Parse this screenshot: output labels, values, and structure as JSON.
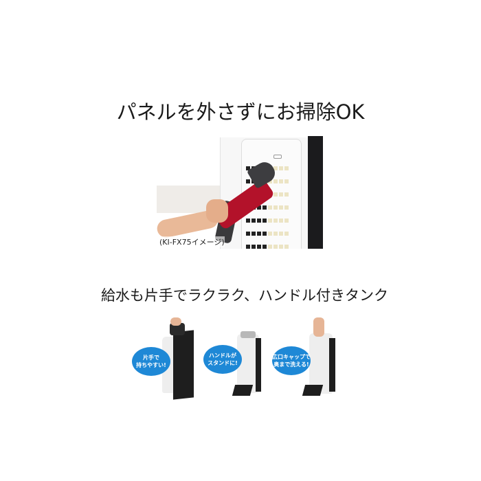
{
  "heading_top": "パネルを外さずにお掃除OK",
  "photo_caption": "(KI-FX75イメージ)",
  "heading_bottom": "給水も片手でラクラク、ハンドル付きタンク",
  "bubbles": [
    {
      "line1": "片手で",
      "line2": "持ちやすい!"
    },
    {
      "line1": "ハンドルが",
      "line2": "スタンドに!"
    },
    {
      "line1": "広口キャップで",
      "line2": "奥まで洗える!"
    }
  ],
  "colors": {
    "bubble": "#1e88d6",
    "vacuum": "#b3122a"
  }
}
